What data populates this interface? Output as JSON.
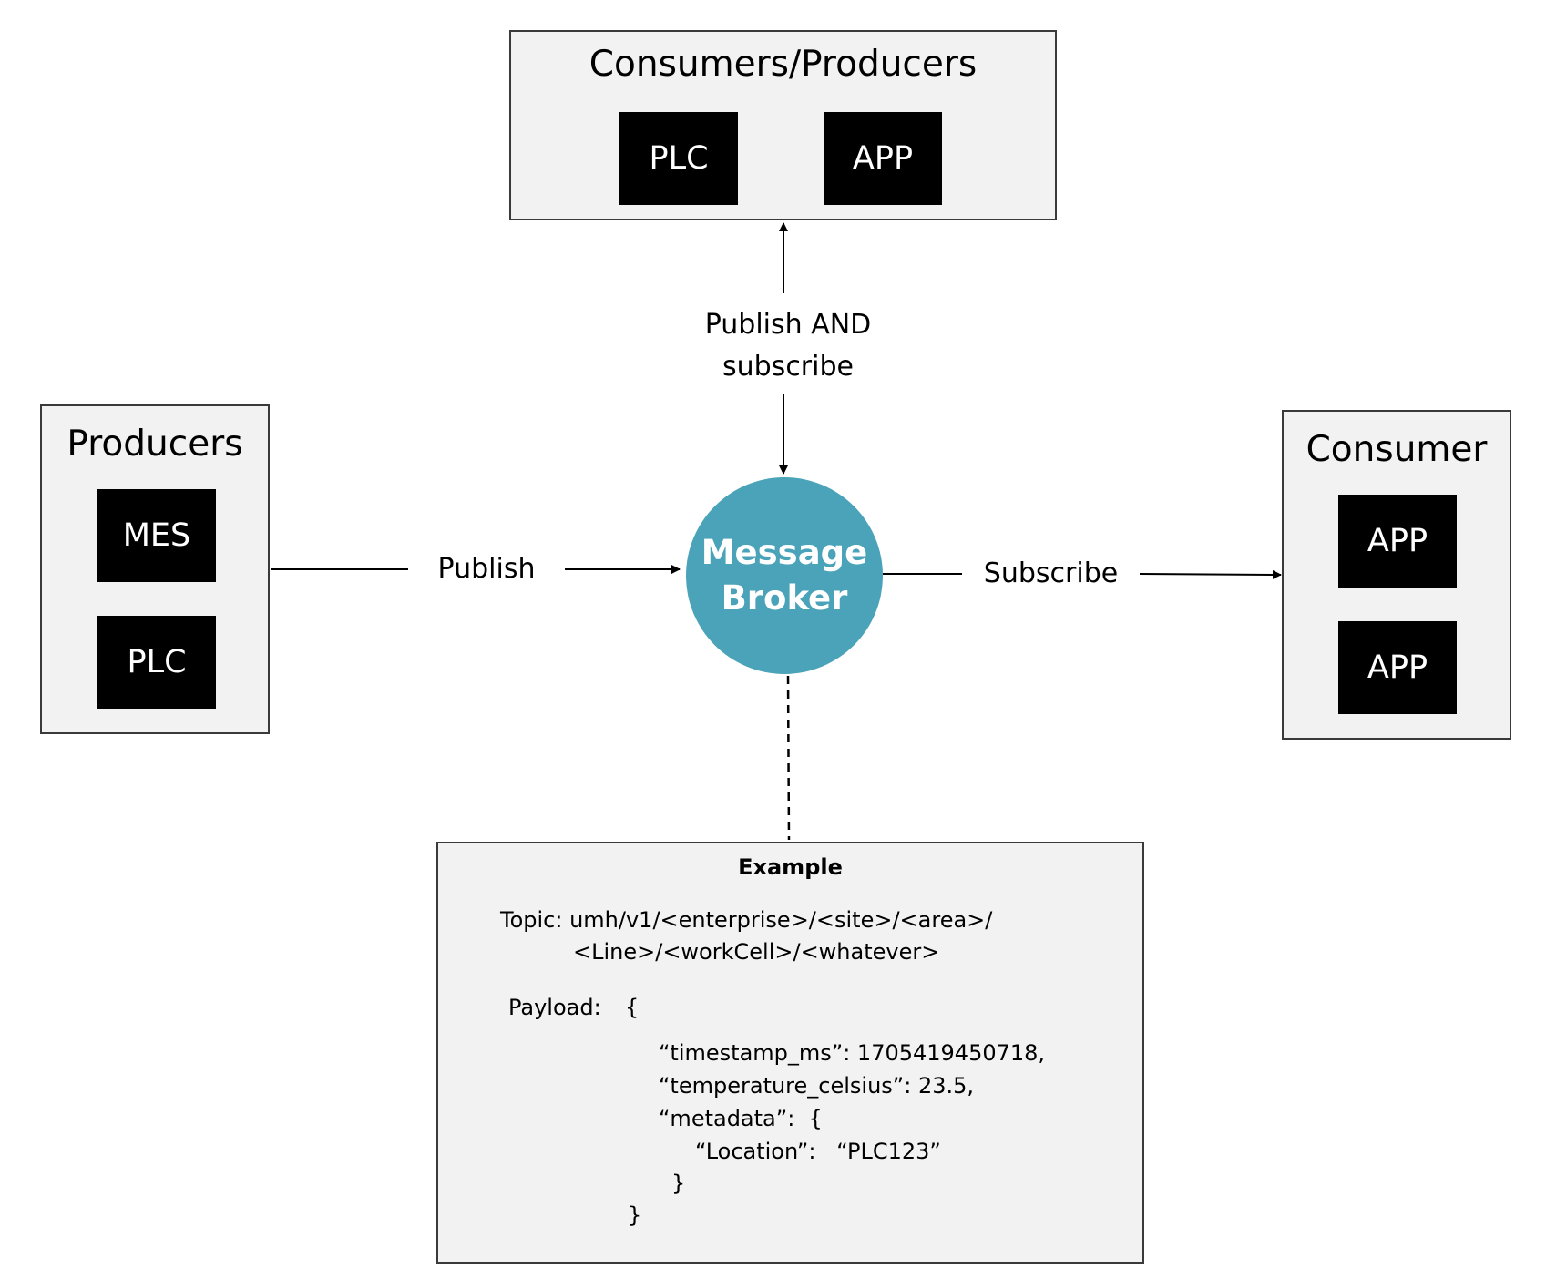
{
  "groups": {
    "consumers_producers": {
      "title": "Consumers/Producers",
      "nodes": [
        "PLC",
        "APP"
      ]
    },
    "producers": {
      "title": "Producers",
      "nodes": [
        "MES",
        "PLC"
      ]
    },
    "consumer": {
      "title": "Consumer",
      "nodes": [
        "APP",
        "APP"
      ]
    }
  },
  "broker": {
    "line1": "Message",
    "line2": "Broker"
  },
  "edges": {
    "publish": "Publish",
    "subscribe": "Subscribe",
    "pub_sub_line1": "Publish AND",
    "pub_sub_line2": "subscribe"
  },
  "example": {
    "title": "Example",
    "topic_line1": "Topic: umh/v1/<enterprise>/<site>/<area>/",
    "topic_line2": "<Line>/<workCell>/<whatever>",
    "payload_label": "Payload:",
    "payload_open": "{",
    "timestamp_line": "“timestamp_ms”: 1705419450718,",
    "temperature_line": "“temperature_celsius”: 23.5,",
    "metadata_line": "“metadata”:  {",
    "location_line": "“Location”:   “PLC123”",
    "inner_close": "}",
    "outer_close": "}"
  },
  "colors": {
    "broker": "#4aa3b8",
    "node": "#000000",
    "group_fill": "#f2f2f2",
    "group_border": "#3a3a3a"
  }
}
